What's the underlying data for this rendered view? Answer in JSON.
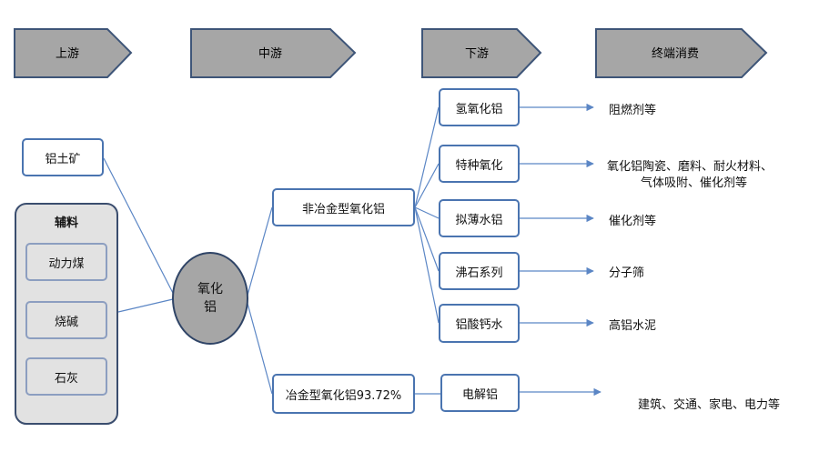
{
  "stages": [
    "上游",
    "中游",
    "下游",
    "终端消费"
  ],
  "inputs": {
    "bauxite": "铝土矿",
    "auxiliary_title": "辅料",
    "auxiliary_items": [
      "动力煤",
      "烧碱",
      "石灰"
    ]
  },
  "center": {
    "line1": "氧化",
    "line2": "铝"
  },
  "midstream": {
    "non_metallurgical": "非冶金型氧化铝",
    "metallurgical": "冶金型氧化铝93.72%"
  },
  "downstream": [
    "氢氧化铝",
    "特种氧化",
    "拟薄水铝",
    "沸石系列",
    "铝酸钙水",
    "电解铝"
  ],
  "terminal": {
    "t0": "阻燃剂等",
    "t1_line1": "氧化铝陶瓷、磨料、耐火材料、",
    "t1_line2": "气体吸附、催化剂等",
    "t2": "催化剂等",
    "t3": "分子筛",
    "t4": "高铝水泥",
    "t5": "建筑、交通、家电、电力等"
  },
  "colors": {
    "stage_fill": "#a6a6a6",
    "stage_border": "#3e5578",
    "box_border": "#4a74b0",
    "line": "#5b86c5",
    "center_fill": "#a6a6a6",
    "panel_fill": "#e2e2e2"
  }
}
